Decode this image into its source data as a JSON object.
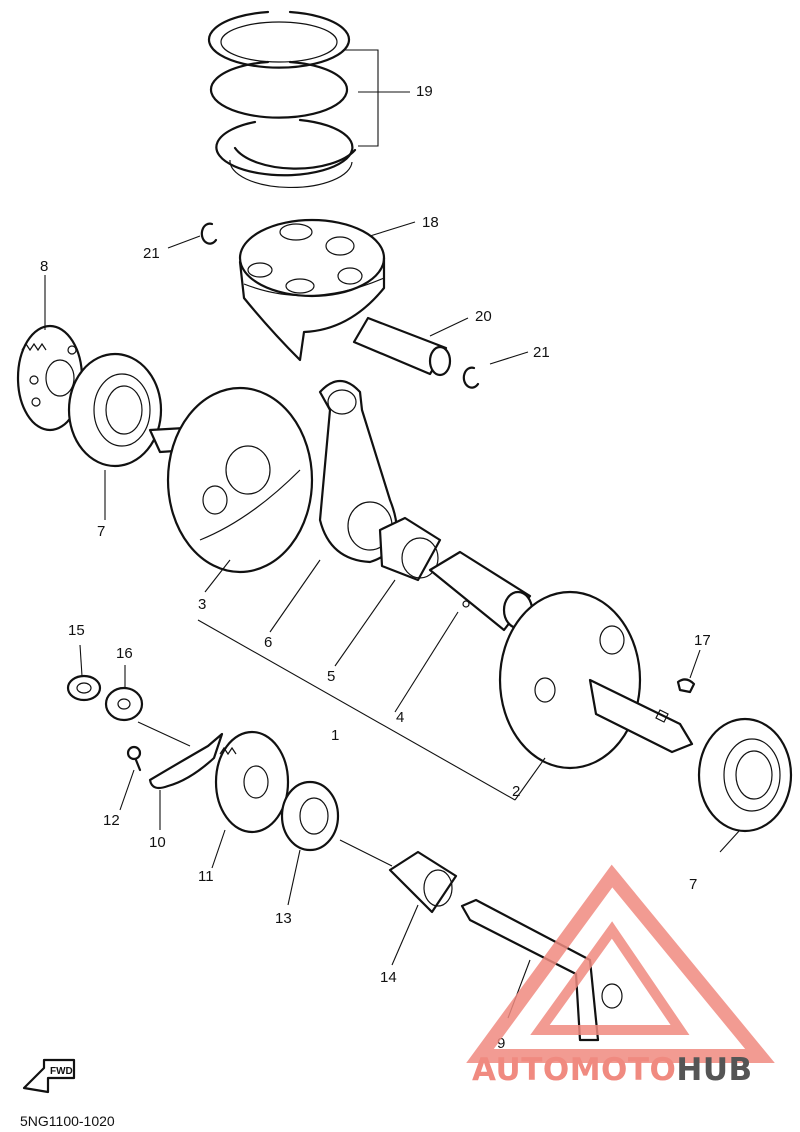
{
  "diagram": {
    "callouts": {
      "c1": "1",
      "c2": "2",
      "c3": "3",
      "c4": "4",
      "c5": "5",
      "c6": "6",
      "c7a": "7",
      "c7b": "7",
      "c8": "8",
      "c9": "9",
      "c10": "10",
      "c11": "11",
      "c12": "12",
      "c13": "13",
      "c14": "14",
      "c15": "15",
      "c16": "16",
      "c17": "17",
      "c18": "18",
      "c19": "19",
      "c20": "20",
      "c21a": "21",
      "c21b": "21"
    },
    "fwd_label": "FWD",
    "catalog_code": "5NG1100-1020"
  },
  "watermark": {
    "part1": "AUTOMOTO",
    "part2": "HUB",
    "color_primary": "#f08a80",
    "color_secondary": "#555555"
  }
}
